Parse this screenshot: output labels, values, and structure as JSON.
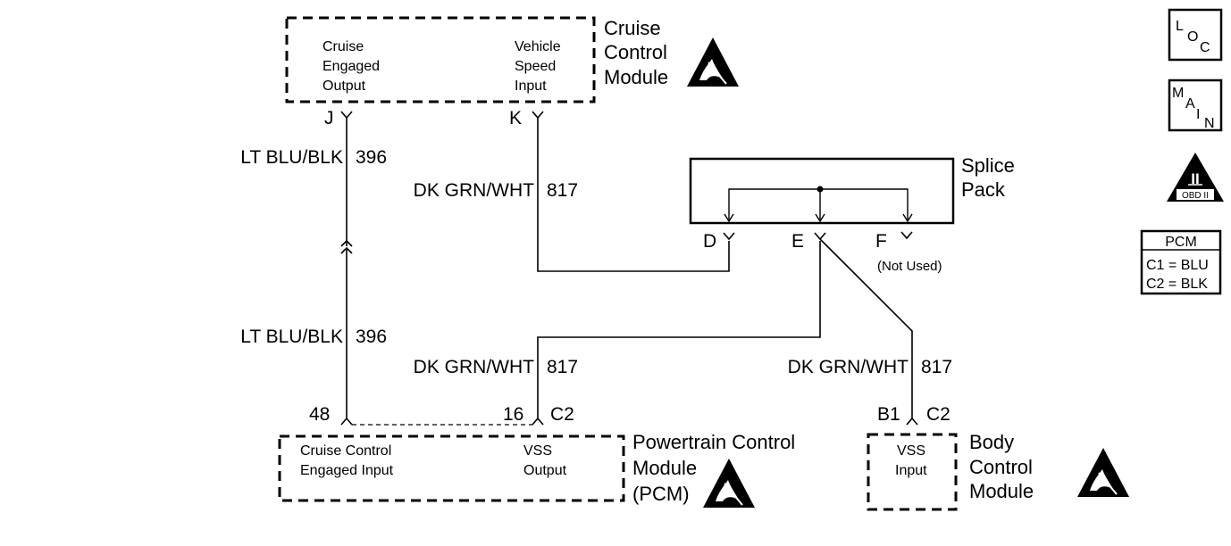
{
  "cruise_module": {
    "engaged_output_lines": [
      "Cruise",
      "Engaged",
      "Output"
    ],
    "vss_input_lines": [
      "Vehicle",
      "Speed",
      "Input"
    ],
    "name_lines": [
      "Cruise",
      "Control",
      "Module"
    ],
    "pin_j": "J",
    "pin_k": "K"
  },
  "wires": {
    "lt_blu_blk_color": "LT BLU/BLK",
    "lt_blu_blk_circuit": "396",
    "dk_grn_wht_color": "DK GRN/WHT",
    "dk_grn_wht_circuit": "817"
  },
  "splice_pack": {
    "name_lines": [
      "Splice",
      "Pack"
    ],
    "pin_d": "D",
    "pin_e": "E",
    "pin_f": "F",
    "not_used": "(Not Used)"
  },
  "pcm": {
    "pin_48": "48",
    "pin_16": "16",
    "connector": "C2",
    "engaged_input_lines": [
      "Cruise Control",
      "Engaged Input"
    ],
    "vss_output_lines": [
      "VSS",
      "Output"
    ],
    "name_lines": [
      "Powertrain Control",
      "Module",
      "(PCM)"
    ]
  },
  "bcm": {
    "pin": "B1",
    "connector": "C2",
    "vss_input_lines": [
      "VSS",
      "Input"
    ],
    "name_lines": [
      "Body",
      "Control",
      "Module"
    ]
  },
  "legend": {
    "loc_letters": [
      "L",
      "O",
      "C"
    ],
    "main_letters": [
      "M",
      "A",
      "I",
      "N"
    ],
    "obd_numeral": "II",
    "obd_text": "OBD II",
    "pcm_title": "PCM",
    "pcm_c1": "C1 = BLU",
    "pcm_c2": "C2 = BLK"
  }
}
